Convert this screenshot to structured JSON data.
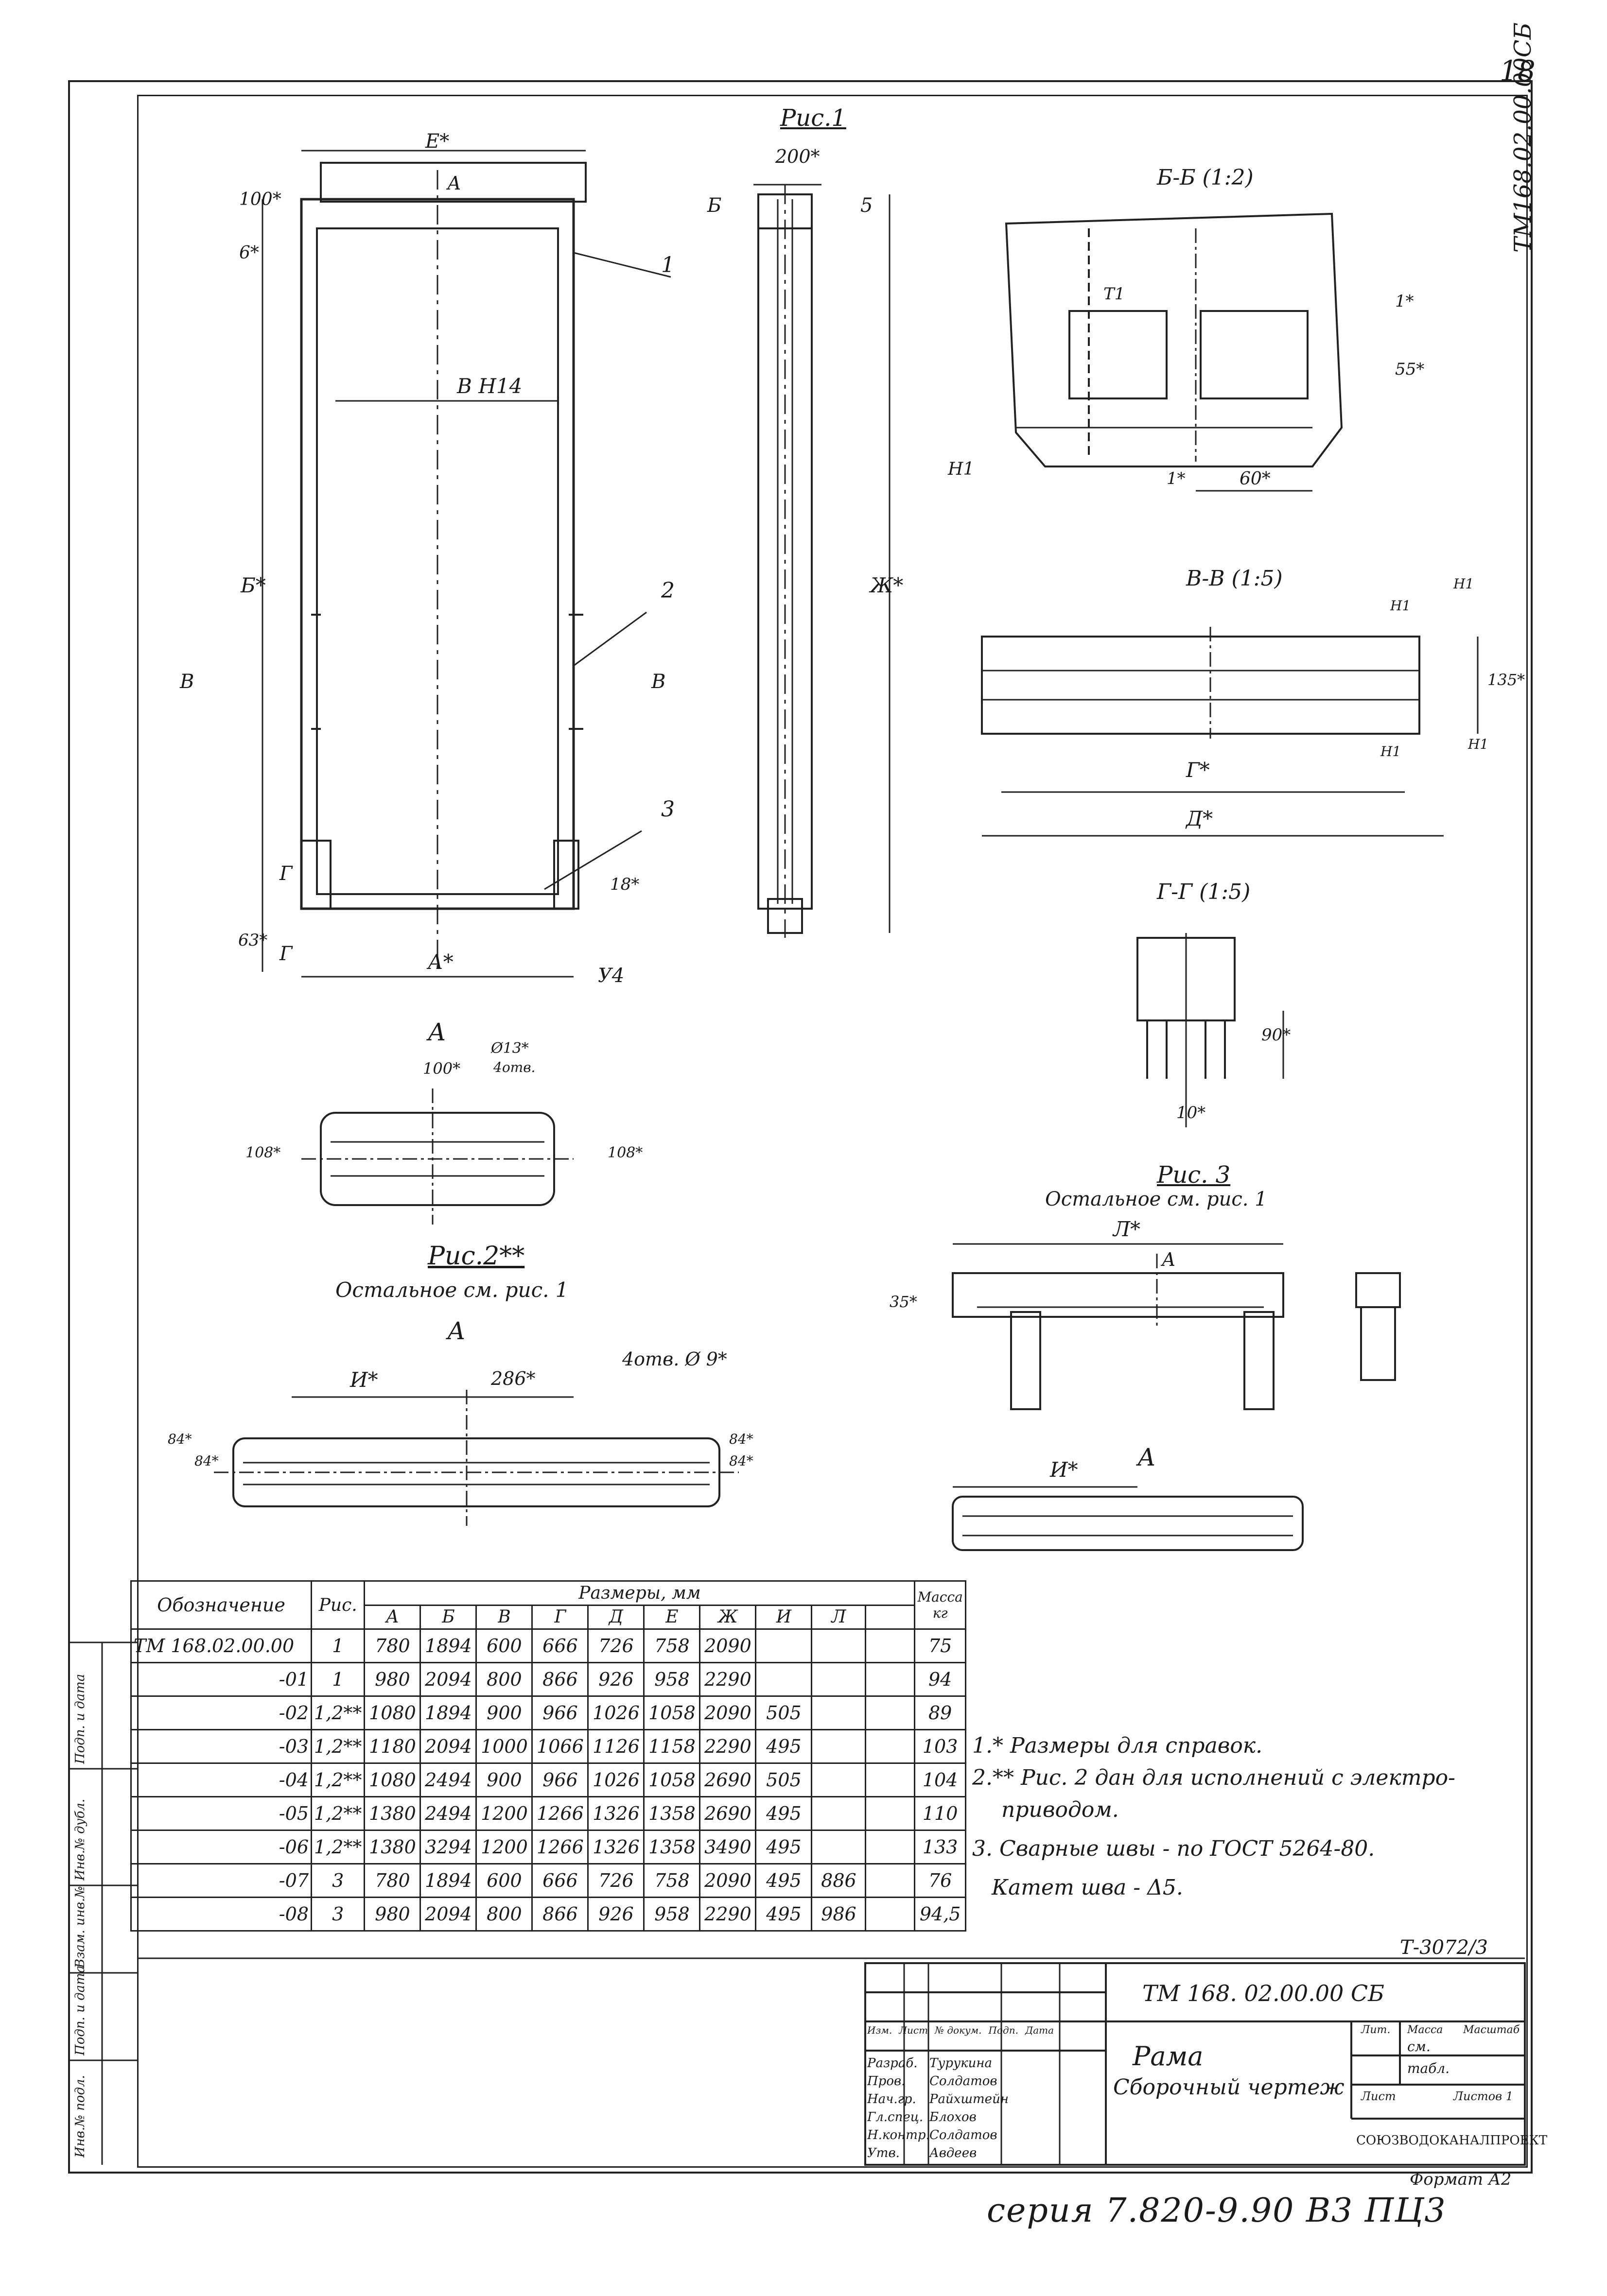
{
  "sheet": {
    "page_number": "18",
    "side_code": "ТМ168.02.00.00СБ",
    "bottom_series": "серия 7.820-9.90 В3 ПЦ3",
    "archive_number": "Т-3072/3"
  },
  "fig1": {
    "title": "Рис.1",
    "dim_e": "Е*",
    "dim_b_h14": "В Н14",
    "dim_b_star": "Б*",
    "dim_6": "6*",
    "dim_100": "100*",
    "dim_a": "А*",
    "dim_63": "63*",
    "dim_18": "18*",
    "section_a": "А",
    "section_b": "Б",
    "section_v": "В",
    "section_g": "Г",
    "callout_1": "1",
    "callout_2": "2",
    "callout_3": "3",
    "weld_y4": "У4",
    "side_200": "200*",
    "side_5": "5",
    "side_zh": "Ж*"
  },
  "section_bb": {
    "title": "Б-Б (1:2)",
    "t1": "Т1",
    "h1": "Н1",
    "dim_1a": "1*",
    "dim_55": "55*",
    "dim_1b": "1*",
    "dim_60": "60*"
  },
  "section_vv": {
    "title": "В-В (1:5)",
    "n1a": "Н1",
    "n1b": "Н1",
    "n1c": "Н1",
    "n1d": "Н1",
    "dim_135": "135*",
    "dim_g": "Г*",
    "dim_d": "Д*"
  },
  "section_gg": {
    "title": "Г-Г (1:5)",
    "dim_90": "90*",
    "dim_10": "10*"
  },
  "view_a1": {
    "title": "А",
    "dim_100": "100*",
    "holes": "Ø13*",
    "holes_count": "4отв.",
    "dim_108a": "108*",
    "dim_108b": "108*"
  },
  "fig2": {
    "title": "Рис.2**",
    "subtitle": "Остальное см. рис. 1",
    "view": "А",
    "dim_i": "И*",
    "dim_286": "286*",
    "holes": "4отв. Ø 9*",
    "dim_84a": "84*",
    "dim_84b": "84*",
    "dim_84c": "84*",
    "dim_84d": "84*"
  },
  "fig3": {
    "title": "Рис. 3",
    "subtitle": "Остальное см. рис. 1",
    "dim_l": "Л*",
    "section_a": "А",
    "dim_35": "35*",
    "view": "А",
    "dim_i": "И*"
  },
  "table": {
    "col_designation": "Обозначение",
    "col_fig": "Рис.",
    "group_header": "Размеры, мм",
    "col_mass": "Масса кг",
    "size_cols": [
      "А",
      "Б",
      "В",
      "Г",
      "Д",
      "Е",
      "Ж",
      "И",
      "Л"
    ],
    "rows": [
      [
        "ТМ 168.02.00.00",
        "1",
        "780",
        "1894",
        "600",
        "666",
        "726",
        "758",
        "2090",
        "",
        "",
        "75"
      ],
      [
        "-01",
        "1",
        "980",
        "2094",
        "800",
        "866",
        "926",
        "958",
        "2290",
        "",
        "",
        "94"
      ],
      [
        "-02",
        "1,2**",
        "1080",
        "1894",
        "900",
        "966",
        "1026",
        "1058",
        "2090",
        "505",
        "",
        "89"
      ],
      [
        "-03",
        "1,2**",
        "1180",
        "2094",
        "1000",
        "1066",
        "1126",
        "1158",
        "2290",
        "495",
        "",
        "103"
      ],
      [
        "-04",
        "1,2**",
        "1080",
        "2494",
        "900",
        "966",
        "1026",
        "1058",
        "2690",
        "505",
        "",
        "104"
      ],
      [
        "-05",
        "1,2**",
        "1380",
        "2494",
        "1200",
        "1266",
        "1326",
        "1358",
        "2690",
        "495",
        "",
        "110"
      ],
      [
        "-06",
        "1,2**",
        "1380",
        "3294",
        "1200",
        "1266",
        "1326",
        "1358",
        "3490",
        "495",
        "",
        "133"
      ],
      [
        "-07",
        "3",
        "780",
        "1894",
        "600",
        "666",
        "726",
        "758",
        "2090",
        "495",
        "886",
        "76"
      ],
      [
        "-08",
        "3",
        "980",
        "2094",
        "800",
        "866",
        "926",
        "958",
        "2290",
        "495",
        "986",
        "94,5"
      ]
    ]
  },
  "notes": [
    "1.* Размеры для справок.",
    "2.** Рис. 2 дан для исполнений с электро-",
    "приводом.",
    "3. Сварные швы - по ГОСТ 5264-80.",
    "Катет шва - Δ5."
  ],
  "title_block": {
    "code": "ТМ 168. 02.00.00 СБ",
    "name_1": "Рама",
    "name_2": "Сборочный чертеж",
    "org": "СОЮЗВОДОКАНАЛПРОЕКТ",
    "format": "Формат А2",
    "hdr_lit": "Лит.",
    "hdr_mass": "Масса",
    "hdr_scale": "Масштаб",
    "mass_val": "см.",
    "mass_val2": "табл.",
    "sheet_label": "Лист",
    "sheets_label": "Листов 1",
    "roles": [
      "Изм.",
      "Лист",
      "№ докум.",
      "Подп.",
      "Дата"
    ],
    "people": [
      [
        "Разраб.",
        "Турукина"
      ],
      [
        "Пров.",
        "Солдатов"
      ],
      [
        "Нач.гр.",
        "Райхштейн"
      ],
      [
        "Гл.спец.",
        "Блохов"
      ],
      [
        "Н.контр.",
        "Солдатов"
      ],
      [
        "Утв.",
        "Авдеев"
      ]
    ]
  },
  "margin_labels": [
    "Инв.№ подл.",
    "Подп. и дата",
    "Взам. инв.№",
    "Инв.№ дубл.",
    "Подп. и дата"
  ]
}
